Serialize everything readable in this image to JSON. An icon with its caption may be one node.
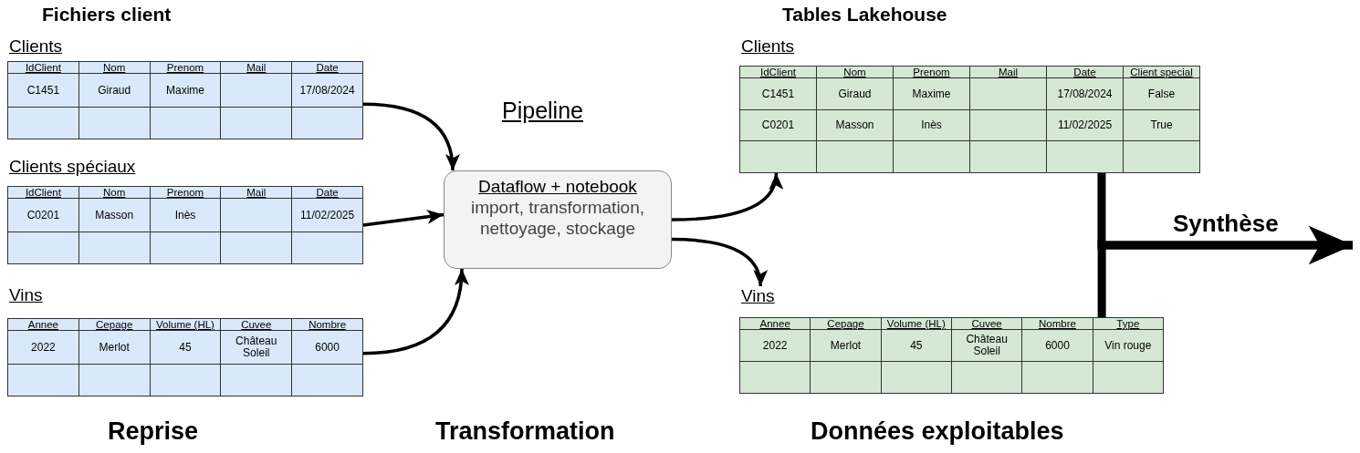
{
  "diagram": {
    "nodes": [
      {
        "text": [
          "Clients",
          "IdClient",
          "Nom",
          "Prenom",
          "Mail",
          "Date",
          "C1451",
          "Giraud",
          "Maxime",
          "17/08/2024"
        ]
      },
      {
        "text": [
          "Clients spéciaux",
          "IdClient",
          "Nom",
          "Prenom",
          "Mail",
          "Date",
          "C0201",
          "Masson",
          "Inès",
          "11/02/2025"
        ]
      },
      {
        "text": [
          "Vins",
          "Annee",
          "Cepage",
          "Volume (HL)",
          "Cuvee",
          "Nombre",
          "2022",
          "Merlot",
          "45",
          "Château Soleil",
          "6000"
        ]
      },
      {
        "text": [
          "Pipeline",
          "Dataflow + notebook",
          "import, transformation, nettoyage, stockage"
        ]
      },
      {
        "text": [
          "Clients",
          "IdClient",
          "Nom",
          "Prenom",
          "Mail",
          "Date",
          "Client special",
          "C1451",
          "Giraud",
          "Maxime",
          "17/08/2024",
          "False",
          "C0201",
          "Masson",
          "Inès",
          "11/02/2025",
          "True"
        ]
      },
      {
        "text": [
          "Vins",
          "Annee",
          "Cepage",
          "Volume (HL)",
          "Cuvee",
          "Nombre",
          "Type",
          "2022",
          "Merlot",
          "45",
          "Château Soleil",
          "6000",
          "Vin rouge"
        ]
      }
    ],
    "edges": [
      {
        "from": 0,
        "to": 3,
        "arrow": "to"
      },
      {
        "from": 1,
        "to": 3,
        "arrow": "to"
      },
      {
        "from": 2,
        "to": 3,
        "arrow": "to"
      },
      {
        "from": 3,
        "to": 4,
        "arrow": "to"
      },
      {
        "from": 3,
        "to": 5,
        "arrow": "to"
      },
      {
        "from": 4,
        "to": null,
        "arrow": "to",
        "style": "thick",
        "label": "Synthèse"
      },
      {
        "from": 5,
        "to": null,
        "arrow": "to",
        "style": "thick"
      }
    ],
    "labels": [
      "Fichiers client",
      "Tables Lakehouse",
      "Reprise",
      "Transformation",
      "Données exploitables"
    ]
  }
}
